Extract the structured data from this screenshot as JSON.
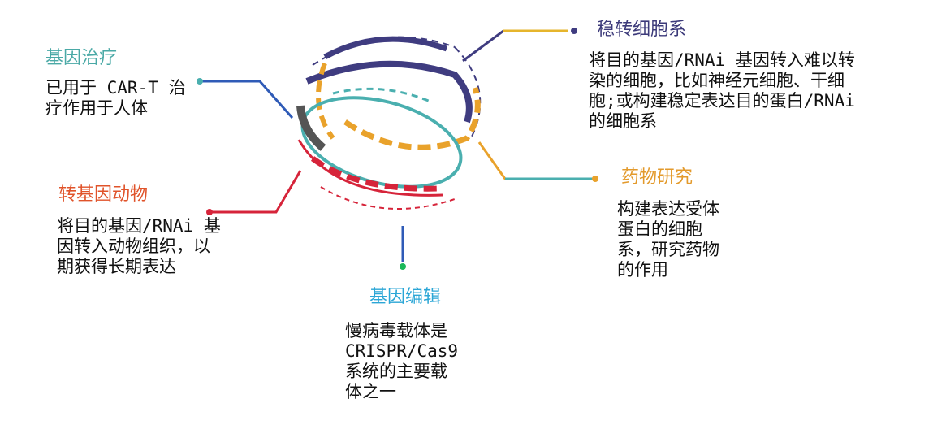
{
  "colors": {
    "navy": "#3F3C80",
    "orange": "#E9A22B",
    "teal": "#4AAFAF",
    "red": "#D6243A",
    "gray": "#555555",
    "blue": "#2F5BB7",
    "yellow": "#E6B52C",
    "green": "#1BB95A",
    "title_teal": "#4AA9A6",
    "title_orange_red": "#E0532A",
    "title_navy": "#3C3A7A",
    "title_orange": "#E39A2C",
    "title_cyan": "#2BA6D6"
  },
  "sections": {
    "gene_therapy": {
      "title": "基因治疗",
      "lines": [
        "已用于 CAR-T 治",
        "疗作用于人体"
      ]
    },
    "transgenic_animals": {
      "title": "转基因动物",
      "lines": [
        "将目的基因/RNAi 基",
        "因转入动物组织，以",
        "期获得长期表达"
      ]
    },
    "stable_cell_line": {
      "title": "稳转细胞系",
      "lines": [
        "将目的基因/RNAi 基因转入难以转",
        "染的细胞，比如神经元细胞、干细",
        "胞;或构建稳定表达目的蛋白/RNAi",
        "的细胞系"
      ]
    },
    "drug_research": {
      "title": "药物研究",
      "lines": [
        "构建表达受体",
        "蛋白的细胞",
        "系，研究药物",
        "的作用"
      ]
    },
    "gene_editing": {
      "title": "基因编辑",
      "lines": [
        "慢病毒载体是",
        "CRISPR/Cas9",
        "系统的主要载",
        "体之一"
      ]
    }
  }
}
